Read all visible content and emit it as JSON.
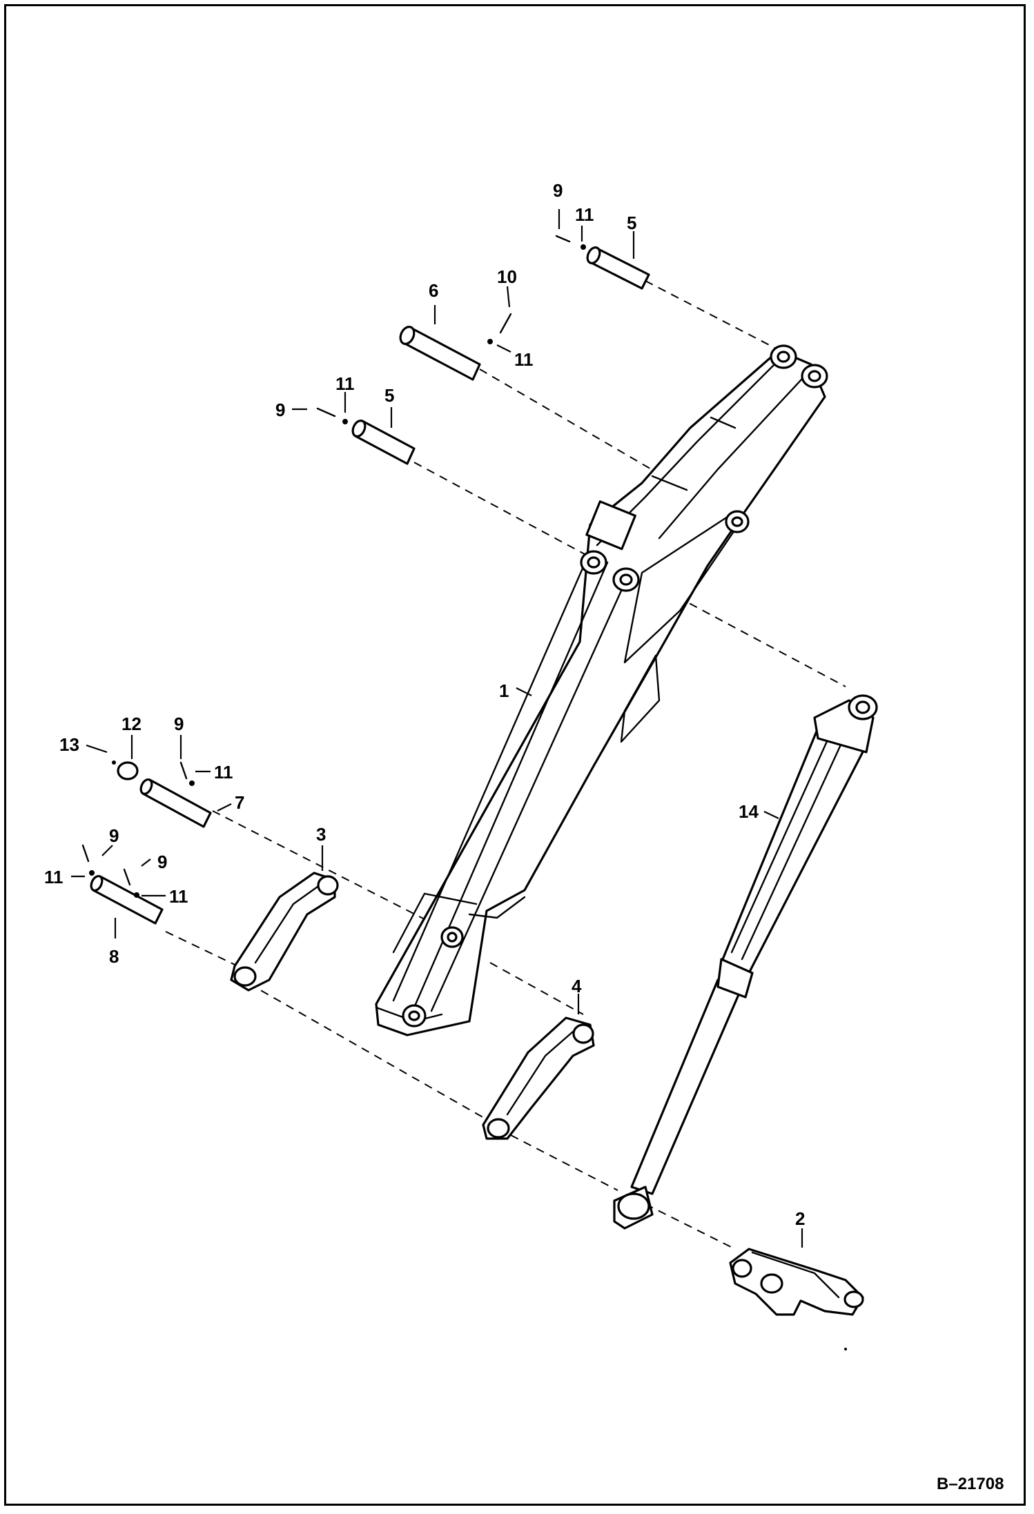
{
  "figure": {
    "reference": "B–21708"
  },
  "callouts": {
    "c1": "1",
    "c2": "2",
    "c3": "3",
    "c4": "4",
    "c5a": "5",
    "c5b": "5",
    "c6": "6",
    "c7": "7",
    "c8": "8",
    "c9a": "9",
    "c9b": "9",
    "c9c": "9",
    "c9d": "9",
    "c9e": "9",
    "c10": "10",
    "c11a": "11",
    "c11b": "11",
    "c11c": "11",
    "c11d": "11",
    "c11e": "11",
    "c11f": "11",
    "c12": "12",
    "c13": "13",
    "c14": "14"
  }
}
